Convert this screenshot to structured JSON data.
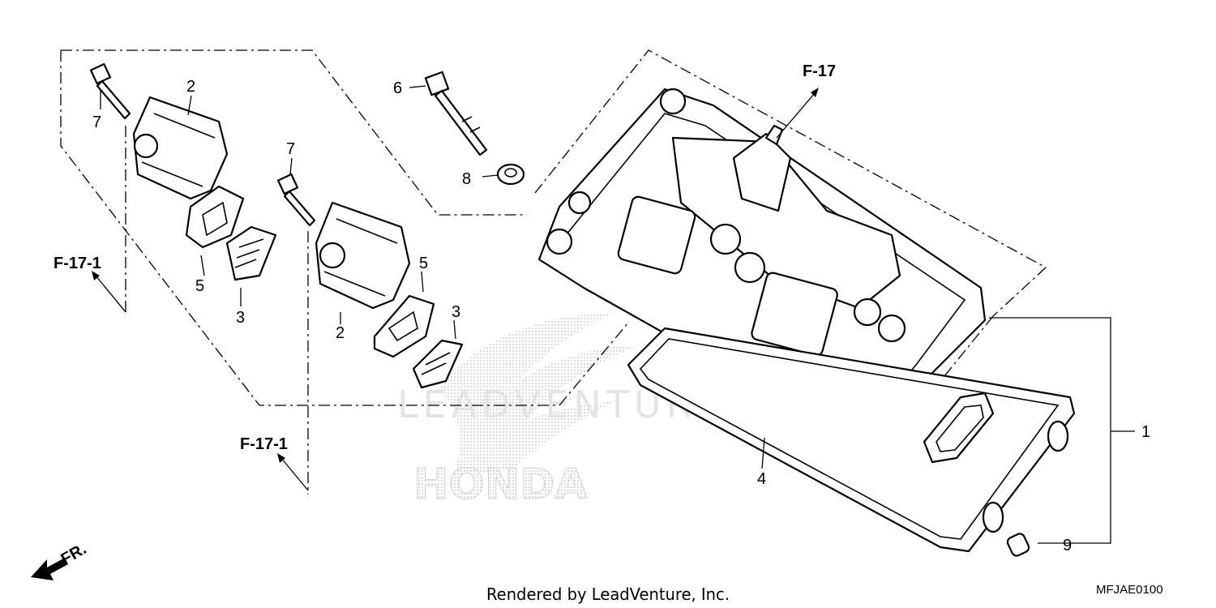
{
  "diagram": {
    "callouts": {
      "c1": "1",
      "c2a": "2",
      "c2b": "2",
      "c3a": "3",
      "c3b": "3",
      "c4": "4",
      "c5a": "5",
      "c5b": "5",
      "c6": "6",
      "c7a": "7",
      "c7b": "7",
      "c8": "8",
      "c9": "9"
    },
    "references": {
      "f17": "F-17",
      "f171a": "F-17-1",
      "f171b": "F-17-1"
    },
    "direction_label": "FR.",
    "watermark_brand": "HONDA",
    "watermark_text": "LEADVENTURE",
    "credit": "Rendered by LeadVenture, Inc.",
    "diagram_code": "MFJAE0100"
  }
}
